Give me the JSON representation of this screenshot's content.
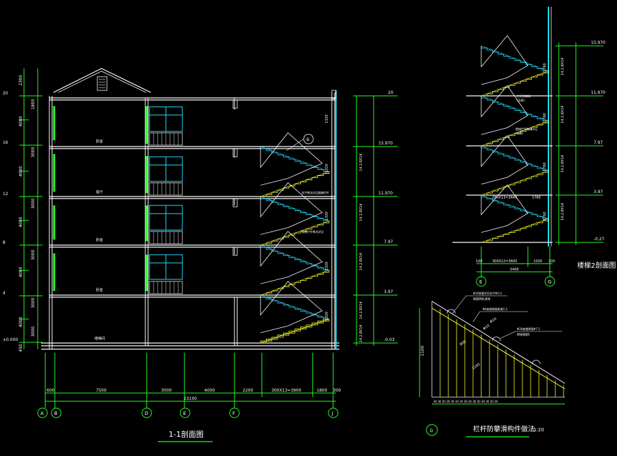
{
  "main_section": {
    "title": "1-1剖面图",
    "level_marks_left": [
      "20",
      "16",
      "12",
      "8",
      "4",
      "±0.000"
    ],
    "left_dims": [
      "2300",
      "1800",
      "4000",
      "3000",
      "4000",
      "3000",
      "4000",
      "3000",
      "4000",
      "3000",
      "4000",
      "3000",
      "450"
    ],
    "right_elevations": [
      "20",
      "15.970",
      "11.970",
      "7.97",
      "3.97",
      "-0.03"
    ],
    "right_dims_inner": [
      "1320",
      "1320",
      "1320",
      "1320",
      "1320"
    ],
    "stair_step_labels": [
      "14.2.8X14",
      "14.2.8X14",
      "14.2.8X14",
      "14.2.8X14",
      "14.2.8X14"
    ],
    "room_labels": [
      "卧室",
      "客厅",
      "卧室",
      "卧室",
      "楼梯间"
    ],
    "bottom_dims": [
      "600",
      "7500",
      "3000",
      "4000",
      "2200",
      "300X13=3900",
      "1800",
      "300"
    ],
    "total_dim": "23100",
    "axes": [
      "A",
      "B",
      "D",
      "E",
      "F",
      "J"
    ],
    "callout_circle": "B",
    "note_1": "扶手做法详见楼梯栏杆",
    "note_2": "楼梯栏杆做法详见"
  },
  "stair2_section": {
    "title": "楼梯2剖面图",
    "elevations": [
      "15.970",
      "11.970",
      "7.97",
      "3.97",
      "-0.27"
    ],
    "left_dims": [
      "1760",
      "1760",
      "1760",
      "1760"
    ],
    "right_dims": [
      "14.2.8X14",
      "14.2.8X14",
      "14.2.8X14",
      "14.2.8X14"
    ],
    "mid_label": "280X13=3640",
    "mid_label_2": "1760",
    "bottom_dims": [
      "100",
      "300X12=3600",
      "1500",
      "100"
    ],
    "bottom_total": "5400",
    "axes": [
      "E",
      "G"
    ],
    "notes": [
      "栏杆防攀滑",
      "(见图)",
      "楼梯栏杆做法详见",
      "(见图)"
    ]
  },
  "railing_detail": {
    "title": "栏杆防攀滑构件做法",
    "scale": "1:20",
    "callout": "D",
    "height_dim": "1100",
    "notes": [
      "Φ30铁管栏杆扶手Φ5.0",
      "钢管焊接,刷漆",
      "Φ6扁钢焊接刷漆1.5",
      "Φ30扁钢焊接Φ7.5",
      "焊接钢管6"
    ],
    "diag_labels": [
      "800",
      "1100",
      "Φ10",
      "Φ16"
    ],
    "bottom_ticks": "30 30 30 30 30 30 30 30 30 30 30 30 30 30 30"
  }
}
